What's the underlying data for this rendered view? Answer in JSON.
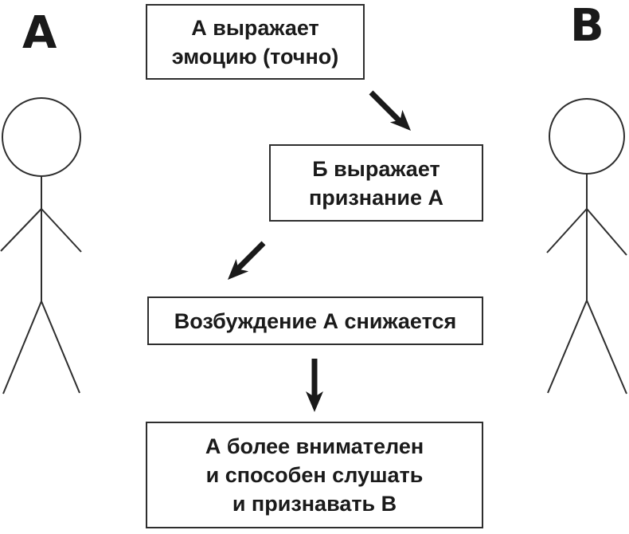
{
  "diagram": {
    "title_hint": "emotion-expression-acknowledgement-flow",
    "person_a_label": "А",
    "person_b_label": "В",
    "steps": [
      {
        "id": "step1",
        "text": "А выражает\nэмоцию (точно)"
      },
      {
        "id": "step2",
        "text": "Б выражает\nпризнание А"
      },
      {
        "id": "step3",
        "text": "Возбуждение А снижается"
      },
      {
        "id": "step4",
        "text": "А более внимателен\nи способен слушать\nи признавать В"
      }
    ],
    "icons": {
      "person_a": "stick-figure",
      "person_b": "stick-figure",
      "arrow_1": "barbed-arrow-down-right",
      "arrow_2": "barbed-arrow-down-left",
      "arrow_3": "barbed-arrow-down"
    },
    "colors": {
      "ink": "#1a1a1a",
      "line": "#2e2e2e",
      "background": "#ffffff"
    }
  }
}
